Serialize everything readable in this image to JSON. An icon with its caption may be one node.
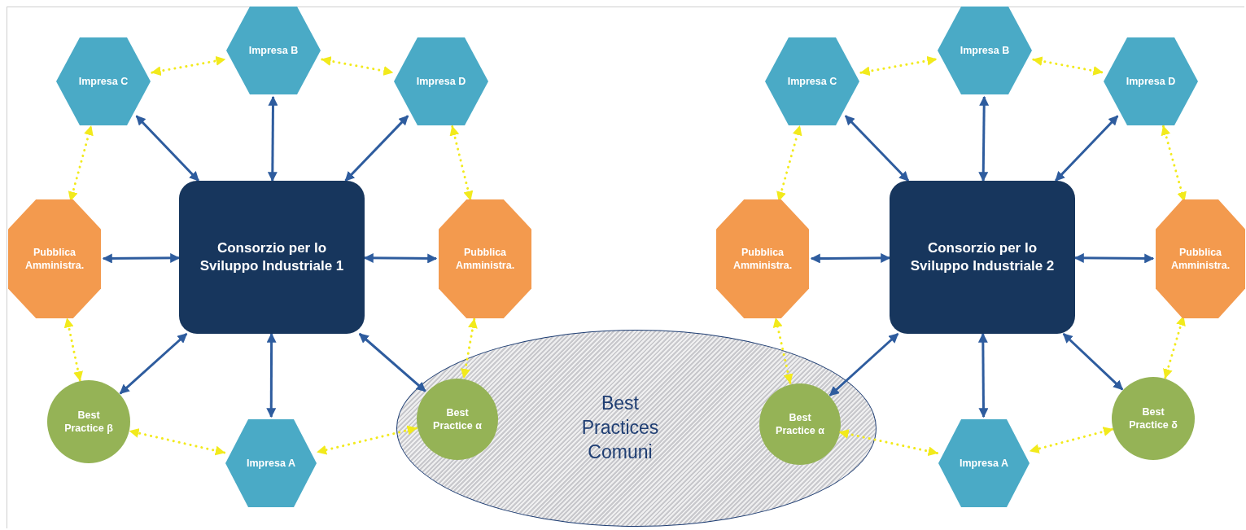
{
  "diagram": {
    "nodes": [
      {
        "text": [
          "Best Practices Comuni"
        ]
      },
      {
        "text": [
          "Impresa B"
        ]
      },
      {
        "text": [
          "Impresa C"
        ]
      },
      {
        "text": [
          "Impresa D"
        ]
      },
      {
        "text": [
          "Consorzio per lo Sviluppo Industriale 1"
        ]
      },
      {
        "text": [
          "Pubblica Amministra."
        ]
      },
      {
        "text": [
          "Pubblica Amministra."
        ]
      },
      {
        "text": [
          "Best Practice β"
        ]
      },
      {
        "text": [
          "Impresa A"
        ]
      },
      {
        "text": [
          "Best Practice α"
        ],
        "in": 0
      },
      {
        "text": [
          "Impresa B"
        ]
      },
      {
        "text": [
          "Impresa C"
        ]
      },
      {
        "text": [
          "Impresa D"
        ]
      },
      {
        "text": [
          "Consorzio per lo Sviluppo Industriale 2"
        ]
      },
      {
        "text": [
          "Pubblica Amministra."
        ]
      },
      {
        "text": [
          "Pubblica Amministra."
        ]
      },
      {
        "text": [
          "Best Practice α"
        ],
        "in": 0
      },
      {
        "text": [
          "Impresa A"
        ]
      },
      {
        "text": [
          "Best Practice δ"
        ]
      }
    ],
    "edges": [
      {
        "from": 4,
        "to": 1,
        "arrow": "both"
      },
      {
        "from": 4,
        "to": 2,
        "arrow": "both"
      },
      {
        "from": 4,
        "to": 3,
        "arrow": "both"
      },
      {
        "from": 4,
        "to": 5,
        "arrow": "both"
      },
      {
        "from": 4,
        "to": 6,
        "arrow": "both"
      },
      {
        "from": 4,
        "to": 7,
        "arrow": "both"
      },
      {
        "from": 4,
        "to": 8,
        "arrow": "both"
      },
      {
        "from": 4,
        "to": 9,
        "arrow": "both"
      },
      {
        "from": 2,
        "to": 1,
        "arrow": "both",
        "style": "dashed",
        "color": "#f2ea1c"
      },
      {
        "from": 1,
        "to": 3,
        "arrow": "both",
        "style": "dashed",
        "color": "#f2ea1c"
      },
      {
        "from": 3,
        "to": 6,
        "arrow": "both",
        "style": "dashed",
        "color": "#f2ea1c"
      },
      {
        "from": 6,
        "to": 9,
        "arrow": "both",
        "style": "dashed",
        "color": "#f2ea1c"
      },
      {
        "from": 9,
        "to": 8,
        "arrow": "both",
        "style": "dashed",
        "color": "#f2ea1c"
      },
      {
        "from": 8,
        "to": 7,
        "arrow": "both",
        "style": "dashed",
        "color": "#f2ea1c"
      },
      {
        "from": 7,
        "to": 5,
        "arrow": "both",
        "style": "dashed",
        "color": "#f2ea1c"
      },
      {
        "from": 5,
        "to": 2,
        "arrow": "both",
        "style": "dashed",
        "color": "#f2ea1c"
      },
      {
        "from": 13,
        "to": 10,
        "arrow": "both"
      },
      {
        "from": 13,
        "to": 11,
        "arrow": "both"
      },
      {
        "from": 13,
        "to": 12,
        "arrow": "both"
      },
      {
        "from": 13,
        "to": 14,
        "arrow": "both"
      },
      {
        "from": 13,
        "to": 15,
        "arrow": "both"
      },
      {
        "from": 13,
        "to": 16,
        "arrow": "both"
      },
      {
        "from": 13,
        "to": 17,
        "arrow": "both"
      },
      {
        "from": 13,
        "to": 18,
        "arrow": "both"
      },
      {
        "from": 11,
        "to": 10,
        "arrow": "both",
        "style": "dashed",
        "color": "#f2ea1c"
      },
      {
        "from": 10,
        "to": 12,
        "arrow": "both",
        "style": "dashed",
        "color": "#f2ea1c"
      },
      {
        "from": 12,
        "to": 15,
        "arrow": "both",
        "style": "dashed",
        "color": "#f2ea1c"
      },
      {
        "from": 15,
        "to": 18,
        "arrow": "both",
        "style": "dashed",
        "color": "#f2ea1c"
      },
      {
        "from": 18,
        "to": 17,
        "arrow": "both",
        "style": "dashed",
        "color": "#f2ea1c"
      },
      {
        "from": 17,
        "to": 16,
        "arrow": "both",
        "style": "dashed",
        "color": "#f2ea1c"
      },
      {
        "from": 16,
        "to": 14,
        "arrow": "both",
        "style": "dashed",
        "color": "#f2ea1c"
      },
      {
        "from": 14,
        "to": 11,
        "arrow": "both",
        "style": "dashed",
        "color": "#f2ea1c"
      }
    ]
  }
}
